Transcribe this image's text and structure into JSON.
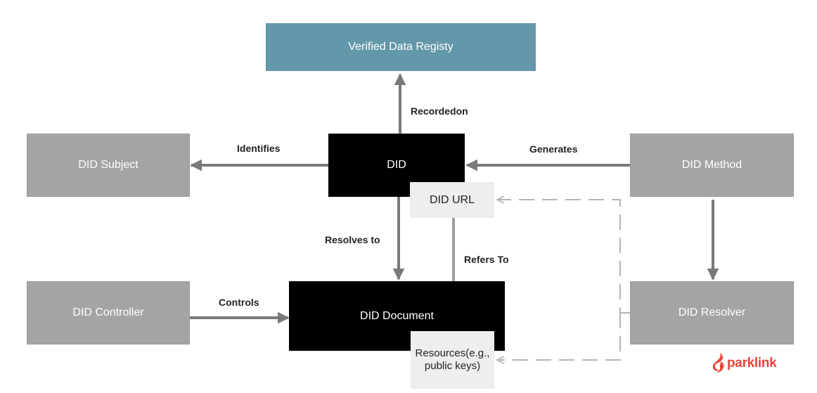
{
  "nodes": {
    "registry": "Verified Data Registy",
    "subject": "DID Subject",
    "did": "DID",
    "method": "DID Method",
    "did_url": "DID URL",
    "controller": "DID Controller",
    "document": "DID Document",
    "resolver": "DID Resolver",
    "resources_line1": "Resources(e.g.,",
    "resources_line2": "public keys)"
  },
  "edges": {
    "recorded_on": "Recordedon",
    "identifies": "Identifies",
    "generates": "Generates",
    "resolves_to": "Resolves to",
    "refers_to": "Refers To",
    "controls": "Controls"
  },
  "colors": {
    "registry": "#6397aa",
    "grey_node": "#a4a4a4",
    "black_node": "#000000",
    "light_node": "#eeeeee",
    "arrow": "#7a7a7a",
    "dashed": "#b5b5b5",
    "logo": "#e8453c"
  },
  "logo": {
    "text": "parklink",
    "icon": "flame-s-icon"
  }
}
